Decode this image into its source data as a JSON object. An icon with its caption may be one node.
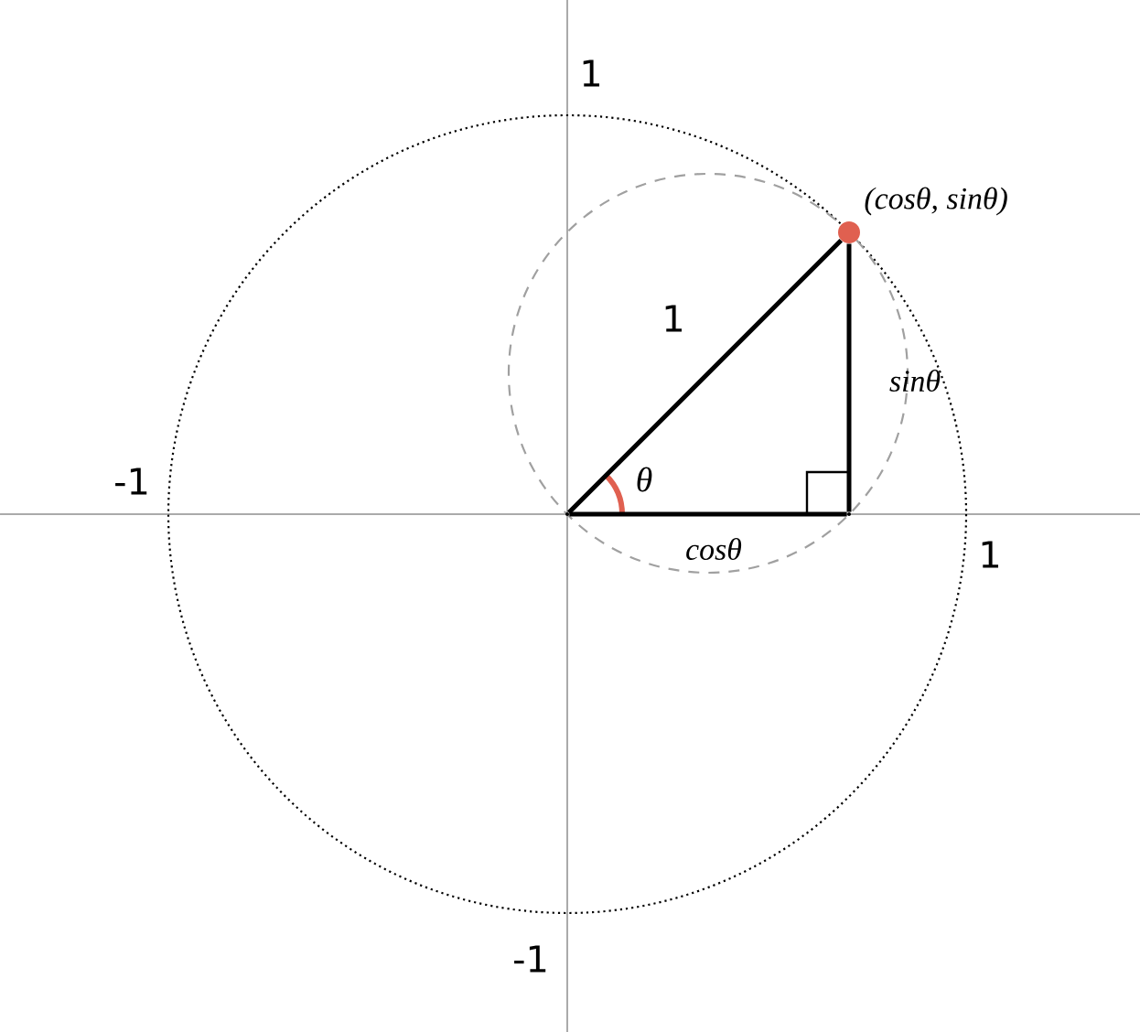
{
  "diagram": {
    "nodes": [
      {
        "text": [],
        "shape": "point"
      },
      {
        "text": [],
        "shape": "circle",
        "beside": [
          "(cosθ, sinθ)"
        ]
      },
      {
        "text": [],
        "shape": "point"
      }
    ],
    "edges": [
      {
        "from": 0,
        "to": 1,
        "arrow": "none",
        "label": "1"
      },
      {
        "from": 2,
        "to": 1,
        "arrow": "none",
        "label": "sinθ"
      },
      {
        "from": 0,
        "to": 2,
        "arrow": "none",
        "label": "cosθ"
      }
    ],
    "labels": [
      "1",
      "-1",
      "θ",
      "1",
      "-1"
    ]
  }
}
